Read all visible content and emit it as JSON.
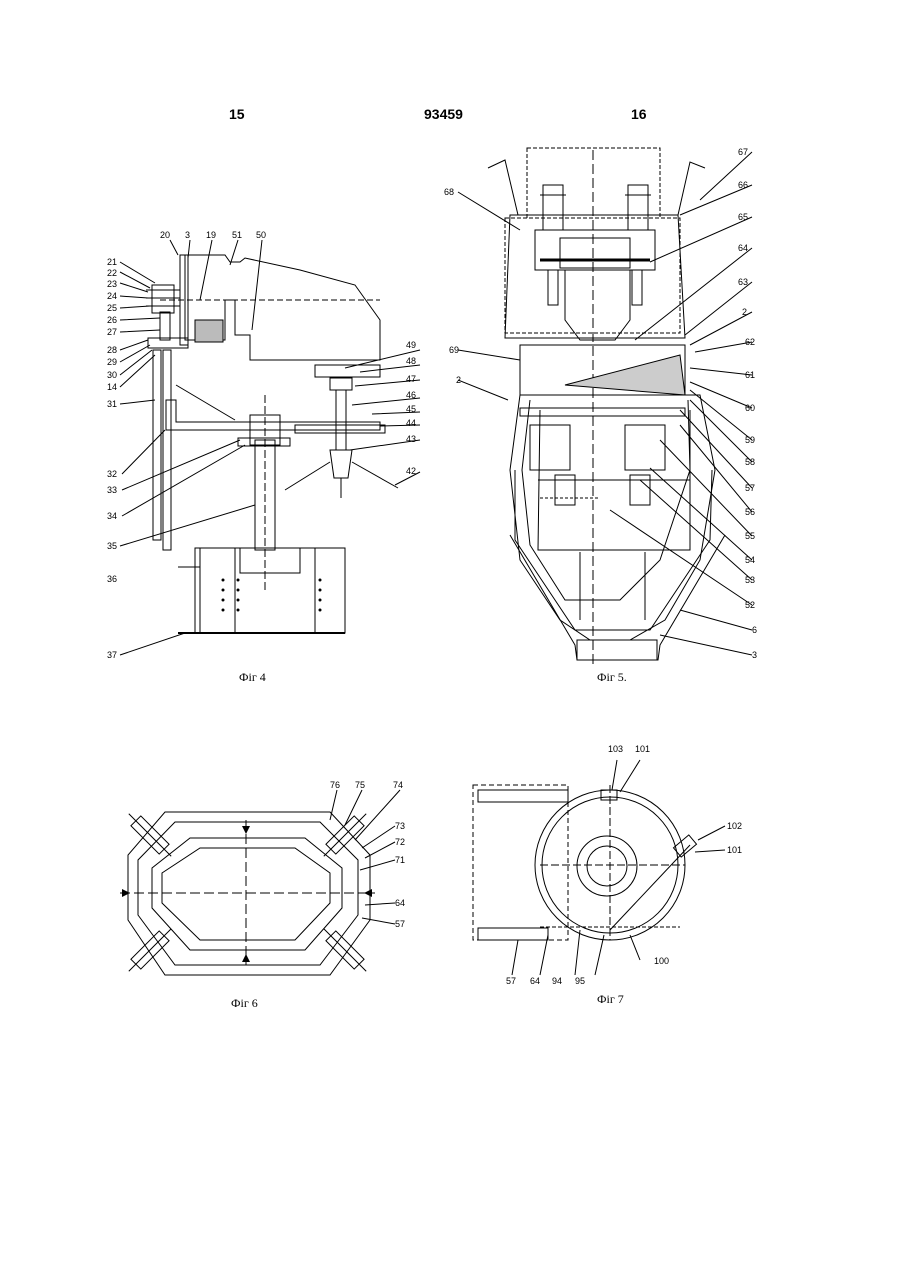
{
  "header": {
    "left_page": "15",
    "patent_number": "93459",
    "right_page": "16"
  },
  "figures": {
    "fig4": {
      "caption": "Фіг 4",
      "labels": [
        "20",
        "3",
        "19",
        "51",
        "50",
        "21",
        "22",
        "23",
        "24",
        "25",
        "26",
        "27",
        "28",
        "29",
        "30",
        "14",
        "31",
        "32",
        "33",
        "34",
        "35",
        "36",
        "37",
        "49",
        "48",
        "47",
        "46",
        "45",
        "44",
        "43",
        "42"
      ]
    },
    "fig5": {
      "caption": "Фіг 5.",
      "labels": [
        "67",
        "68",
        "66",
        "65",
        "64",
        "63",
        "2",
        "62",
        "69",
        "2",
        "61",
        "60",
        "59",
        "58",
        "57",
        "56",
        "55",
        "54",
        "53",
        "52",
        "6",
        "3"
      ]
    },
    "fig6": {
      "caption": "Фіг 6",
      "labels": [
        "76",
        "75",
        "74",
        "73",
        "72",
        "71",
        "64",
        "57"
      ]
    },
    "fig7": {
      "caption": "Фіг 7",
      "labels": [
        "103",
        "101",
        "102",
        "101",
        "57",
        "64",
        "94",
        "95",
        "100"
      ]
    }
  }
}
